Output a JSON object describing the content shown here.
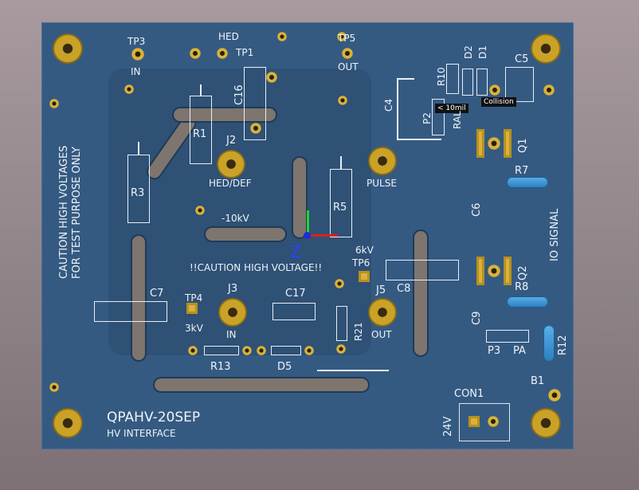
{
  "board": {
    "name": "QPAHV-20SEP",
    "subtitle": "HV INTERFACE",
    "warning_side_1": "CAUTION HIGH VOLTAGES",
    "warning_side_2": "FOR TEST PURPOSE ONLY",
    "warning_center": "!!CAUTION HIGH VOLTAGE!!",
    "io_signal": "IO SIGNAL"
  },
  "test_points": {
    "tp3": "TP3",
    "tp3_sub": "IN",
    "hed": "HED",
    "tp1": "TP1",
    "tp5": "TP5",
    "tp5_sub": "OUT",
    "tp4": "TP4",
    "tp4_sub": "3kV",
    "tp6": "TP6",
    "tp6_top": "6kV"
  },
  "connectors": {
    "j2": "J2",
    "j2_sub": "HED/DEF",
    "j2_volt": "-10kV",
    "j3": "J3",
    "j3_sub": "IN",
    "j4_sub": "PULSE",
    "j5": "J5",
    "j5_sub": "OUT",
    "con1": "CON1",
    "con1_volt": "24V",
    "b1": "B1"
  },
  "components": {
    "r1": "R1",
    "r3": "R3",
    "r5": "R5",
    "r7": "R7",
    "r8": "R8",
    "r10": "R10",
    "r12": "R12",
    "r13": "R13",
    "r21": "R21",
    "c4": "C4",
    "c5": "C5",
    "c6": "C6",
    "c7": "C7",
    "c8": "C8",
    "c9": "C9",
    "c16": "C16",
    "c17": "C17",
    "d1": "D1",
    "d2": "D2",
    "d5": "D5",
    "q1": "Q1",
    "q2": "Q2",
    "p2": "P2",
    "p3": "P3",
    "pa": "PA",
    "ral": "RAL"
  },
  "drc": {
    "clearance": "< 10mil",
    "collision": "Collision"
  },
  "axis": {
    "z_label": "Z"
  },
  "colors": {
    "board": "#355a82",
    "copper_pad": "#c9a227",
    "slot": "#7d756e",
    "silkscreen": "#eef3f8",
    "axis_x": "#e21d1d",
    "axis_y": "#1fd62b",
    "axis_z": "#2a42ff"
  }
}
